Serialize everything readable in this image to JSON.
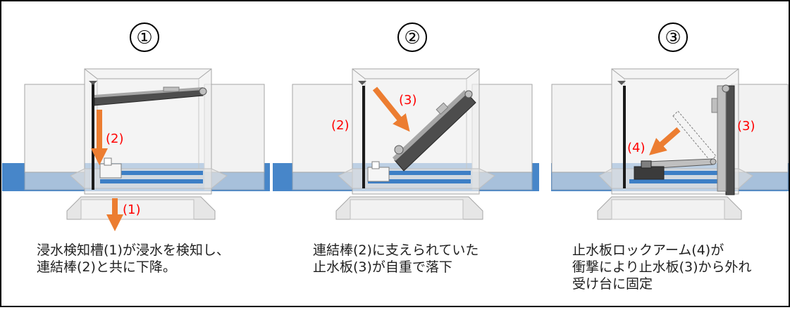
{
  "panels": [
    {
      "step": "①",
      "caption": "浸水検知槽(1)が浸水を検知し、\n連結棒(2)と共に下降。",
      "labels": [
        "(2)",
        "(1)"
      ]
    },
    {
      "step": "②",
      "caption": "連結棒(2)に支えられていた\n止水板(3)が自重で落下",
      "labels": [
        "(3)",
        "(2)"
      ]
    },
    {
      "step": "③",
      "caption": "止水板ロックアーム(4)が\n衝撃により止水板(3)から外れ\n受け台に固定",
      "labels": [
        "(3)",
        "(4)"
      ]
    }
  ],
  "colors": {
    "water": "#3d7fc6",
    "arrow": "#ec7d31",
    "label": "#ff0000",
    "outline": "#7f7f7f",
    "box": "#f2f2f2"
  }
}
